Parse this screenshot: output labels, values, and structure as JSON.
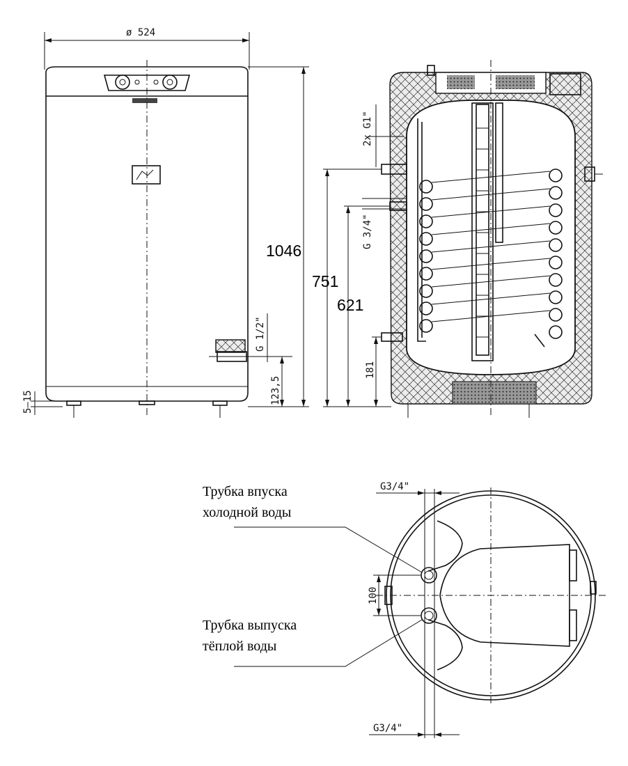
{
  "dimensions": {
    "diameter": "ø 524",
    "height_total": "1046",
    "height_upper_pipe": "751",
    "height_mid_pipe": "621",
    "height_low_pipe": "181",
    "height_drain": "123,5",
    "feet_height": "5–15",
    "pipe_spacing": "100"
  },
  "threads": {
    "top_connections": "2x G1\"",
    "mid_connection": "G 3/4\"",
    "drain_connection": "G 1/2\"",
    "cold_inlet_thread": "G3/4\"",
    "hot_outlet_thread": "G3/4\""
  },
  "labels": {
    "cold_inlet_line1": "Трубка впуска",
    "cold_inlet_line2": "холодной воды",
    "hot_outlet_line1": "Трубка выпуска",
    "hot_outlet_line2": "тёплой воды"
  }
}
